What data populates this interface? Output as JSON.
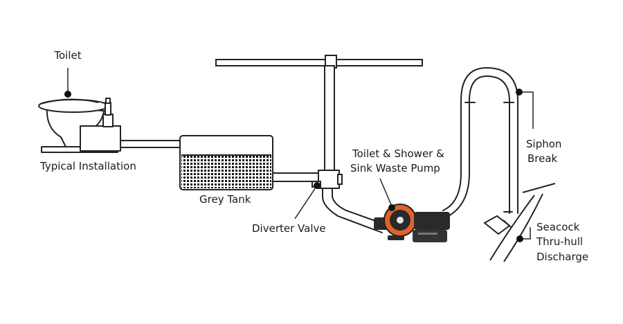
{
  "labels": {
    "toilet": "Toilet",
    "typical_installation": "Typical Installation",
    "grey_tank": "Grey Tank",
    "diverter_valve": "Diverter Valve",
    "pump_line1": "Toilet & Shower &",
    "pump_line2": "Sink Waste Pump",
    "siphon_line1": "Siphon",
    "siphon_line2": "Break",
    "seacock_line1": "Seacock",
    "seacock_line2": "Thru-hull",
    "seacock_line3": "Discharge"
  },
  "colors": {
    "line": "#222222",
    "pump_accent": "#e0622a",
    "pump_body": "#2a2a2a"
  }
}
